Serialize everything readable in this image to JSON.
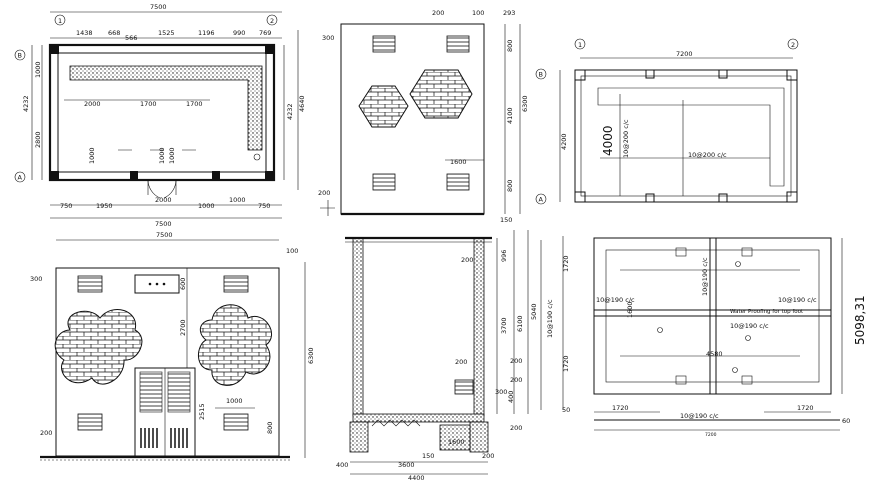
{
  "plan": {
    "width_top": "7500",
    "top_segments": [
      "1438",
      "668",
      "566",
      "1525",
      "1196",
      "990",
      "769"
    ],
    "inner_bottom": [
      "2000",
      "1700",
      "1700"
    ],
    "left_total": "4232",
    "left_a": "1000",
    "left_b": "2800",
    "right_a": "4232",
    "right_b": "4640",
    "bottom_segments": [
      "750",
      "1950",
      "2000",
      "1000",
      "1000",
      "750"
    ],
    "width_bottom": "7500",
    "axis_1": "1",
    "axis_2": "2",
    "axis_b": "B",
    "axis_a": "A",
    "small_labels": [
      "1000",
      "1000",
      "1000"
    ]
  },
  "side_elev": {
    "top_a": "200",
    "top_b": "100",
    "top_c": "293",
    "left_300": "300",
    "right_a": "800",
    "height_4100": "4100",
    "height_6300": "6300",
    "inner_1600": "1600",
    "bottom_800": "800",
    "base_200": "200",
    "base_150": "150"
  },
  "foundation": {
    "axis_1": "1",
    "axis_2": "2",
    "axis_b": "B",
    "axis_a": "A",
    "width": "7200",
    "height": "4200",
    "inner": "4000",
    "bar_a": "10@200 c/c",
    "bar_b": "10@200 c/c"
  },
  "front_elev": {
    "width": "7500",
    "top_100": "100",
    "left_300": "300",
    "v_600": "600",
    "v_2700": "2700",
    "v_6300": "6300",
    "v_2515": "2515",
    "v_1000": "1000",
    "v_800": "800",
    "left_200": "200"
  },
  "section": {
    "v_996": "996",
    "v_200": "200",
    "v_3700": "3700",
    "v_6100": "6100",
    "v_5040": "5040",
    "v_200b": "200",
    "v_200c": "200",
    "v_300": "300",
    "v_400": "400",
    "v_200d": "200",
    "b_400": "400",
    "b_3600": "3600",
    "b_200": "200",
    "b_150": "150",
    "b_4400": "4400",
    "in_1600": "1600",
    "in_200": "200"
  },
  "roof": {
    "big_dim": "5098,31",
    "left_1720": "1720",
    "left_1720b": "1720",
    "v_bar": "10@190 c/c",
    "bar_1": "10@190 c/c",
    "bar_2": "10@190 c/c",
    "bar_3": "10@190 c/c",
    "bar_4": "10@190 c/c",
    "note": "Water Proofing for top foot",
    "mid_1600": "1600",
    "mid_4580": "4580",
    "b_1720": "1720",
    "b_1720b": "1720",
    "b_bar": "10@190 c/c",
    "b_50": "50",
    "b_60": "60",
    "b_total": "7200"
  }
}
